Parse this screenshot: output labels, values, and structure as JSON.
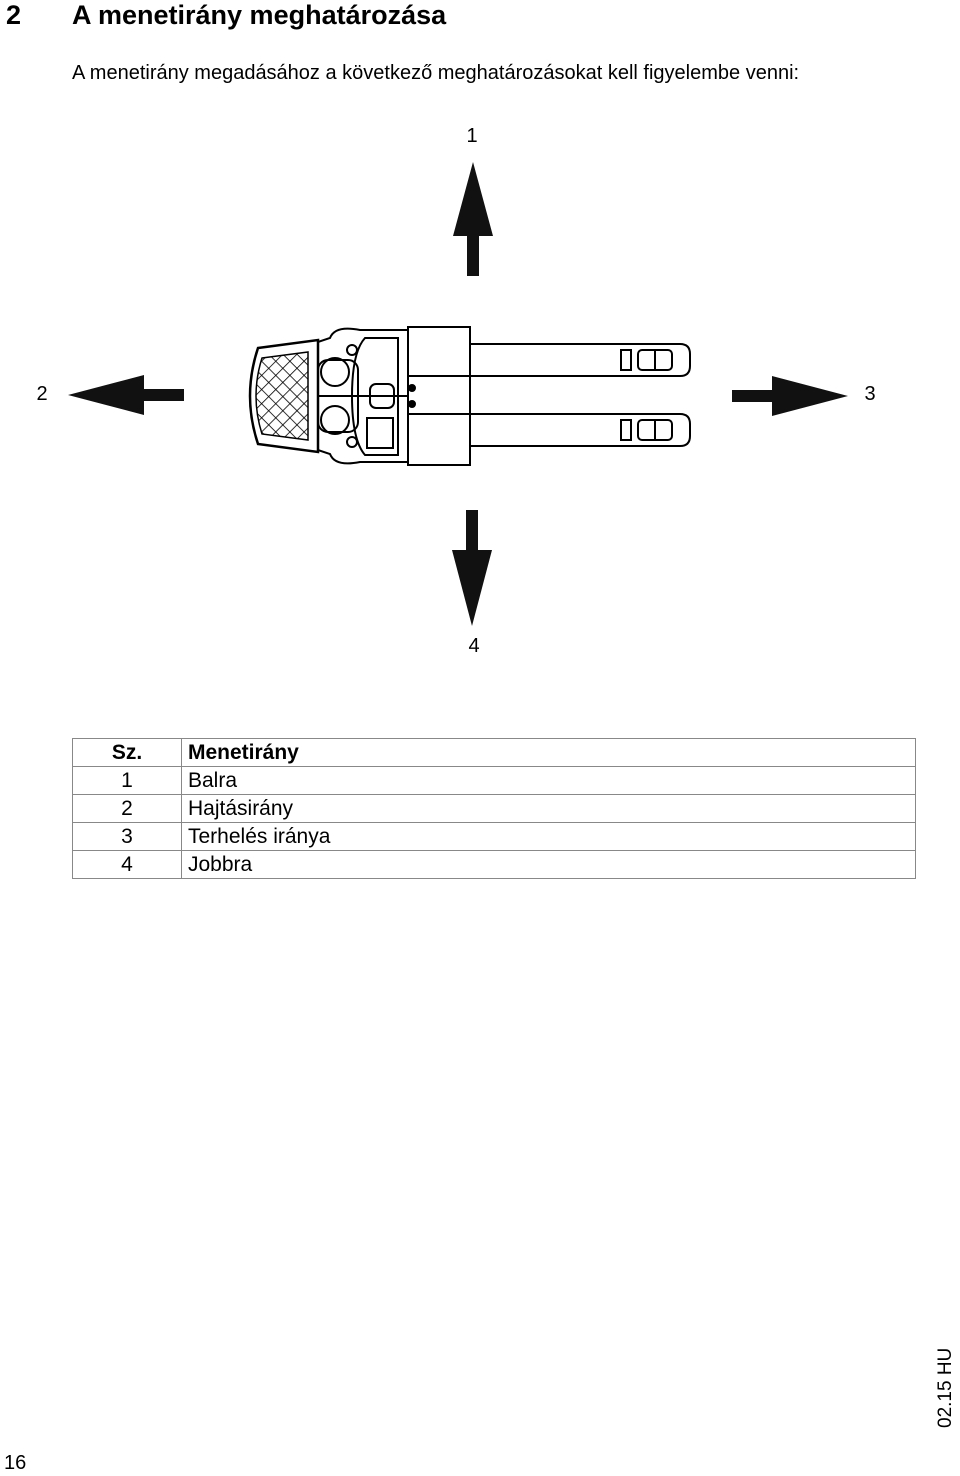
{
  "section": {
    "number": "2",
    "title": "A menetirány meghatározása"
  },
  "intro": "A menetirány megadásához a következő meghatározásokat kell figyelembe venni:",
  "figure": {
    "labels": {
      "up": "1",
      "left": "2",
      "right": "3",
      "down": "4"
    }
  },
  "legend_table": {
    "headers": [
      "Sz.",
      "Menetirány"
    ],
    "rows": [
      [
        "1",
        "Balra"
      ],
      [
        "2",
        "Hajtásirány"
      ],
      [
        "3",
        "Terhelés iránya"
      ],
      [
        "4",
        "Jobbra"
      ]
    ]
  },
  "footer": {
    "page_number": "16",
    "edition": "02.15 HU"
  }
}
